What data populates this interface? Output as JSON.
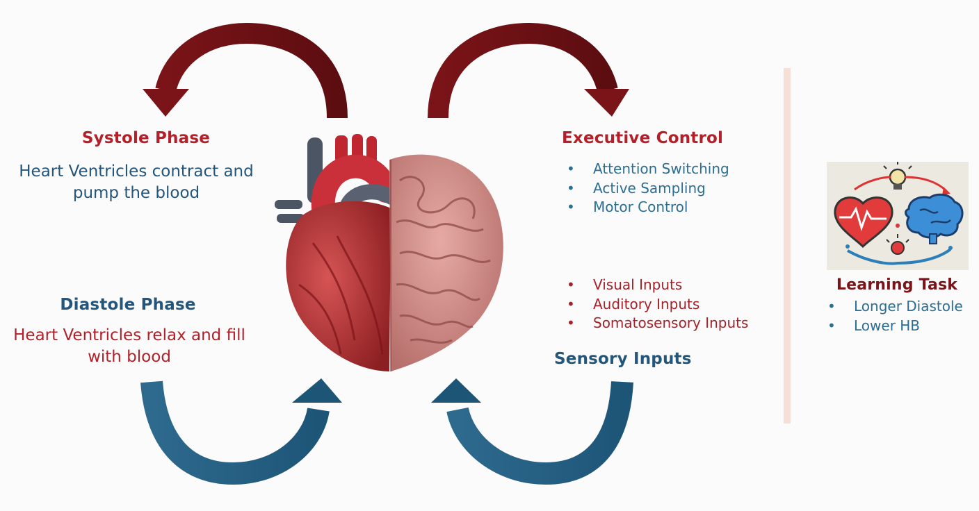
{
  "systole": {
    "title": "Systole Phase",
    "lines": [
      "Heart Ventricles contract and",
      "pump the blood"
    ]
  },
  "diastole": {
    "title": "Diastole Phase",
    "lines": [
      "Heart Ventricles relax and fill",
      "with blood"
    ]
  },
  "executive": {
    "title": "Executive Control",
    "items": [
      "Attention Switching",
      "Active Sampling",
      "Motor Control"
    ]
  },
  "sensory": {
    "title": "Sensory Inputs",
    "items": [
      "Visual Inputs",
      "Auditory Inputs",
      "Somatosensory Inputs"
    ]
  },
  "learning": {
    "title": "Learning Task",
    "items": [
      "Longer Diastole",
      "Lower HB"
    ]
  },
  "colors": {
    "dark_red": "#7a1418",
    "title_red": "#b3202a",
    "dark_blue": "#1d5577",
    "text_blue": "#2b6e93",
    "divider": "#f6dfd6"
  },
  "icons": [
    "heart-brain-illustration",
    "heartbeat-icon",
    "brain-icon",
    "lightbulb-icon"
  ]
}
